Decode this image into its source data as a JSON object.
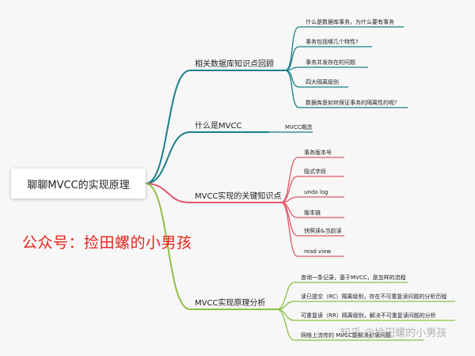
{
  "root": {
    "label": "聊聊MVCC的实现原理"
  },
  "watermark_red": "公众号：捡田螺的小男孩",
  "watermark_gray": "知乎 @捡田螺的小男孩",
  "colors": {
    "teal": "#1a7f8a",
    "red": "#e35567",
    "green": "#8cbf45",
    "watermark": "#e8231b"
  },
  "branches": [
    {
      "label": "相关数据库知识点回顾",
      "color": "teal",
      "leaves": [
        "什么是数据库事务，为什么要有事务",
        "事务包括哪几个特性?",
        "事务并发存在的问题",
        "四大隔离级别",
        "数据库是如何保证事务的隔离性的呢?"
      ]
    },
    {
      "label": "什么是MVCC",
      "color": "teal",
      "leaves": [
        "MVCC概念"
      ]
    },
    {
      "label": "MVCC实现的关键知识点",
      "color": "red",
      "leaves": [
        "事务版本号",
        "隐式字段",
        "undo log",
        "版本链",
        "快照读&当前读",
        "read view"
      ]
    },
    {
      "label": "MVCC实现原理分析",
      "color": "green",
      "leaves": [
        "查询一条记录，基于MVCC，是怎样的流程",
        "读已提交（RC）隔离级别，存在不可重复读问题的分析历程",
        "可重复读（RR）隔离级别，解决不可重复读问题的分析",
        "网络上流传的 MVCC能解决幻读问题"
      ]
    }
  ]
}
